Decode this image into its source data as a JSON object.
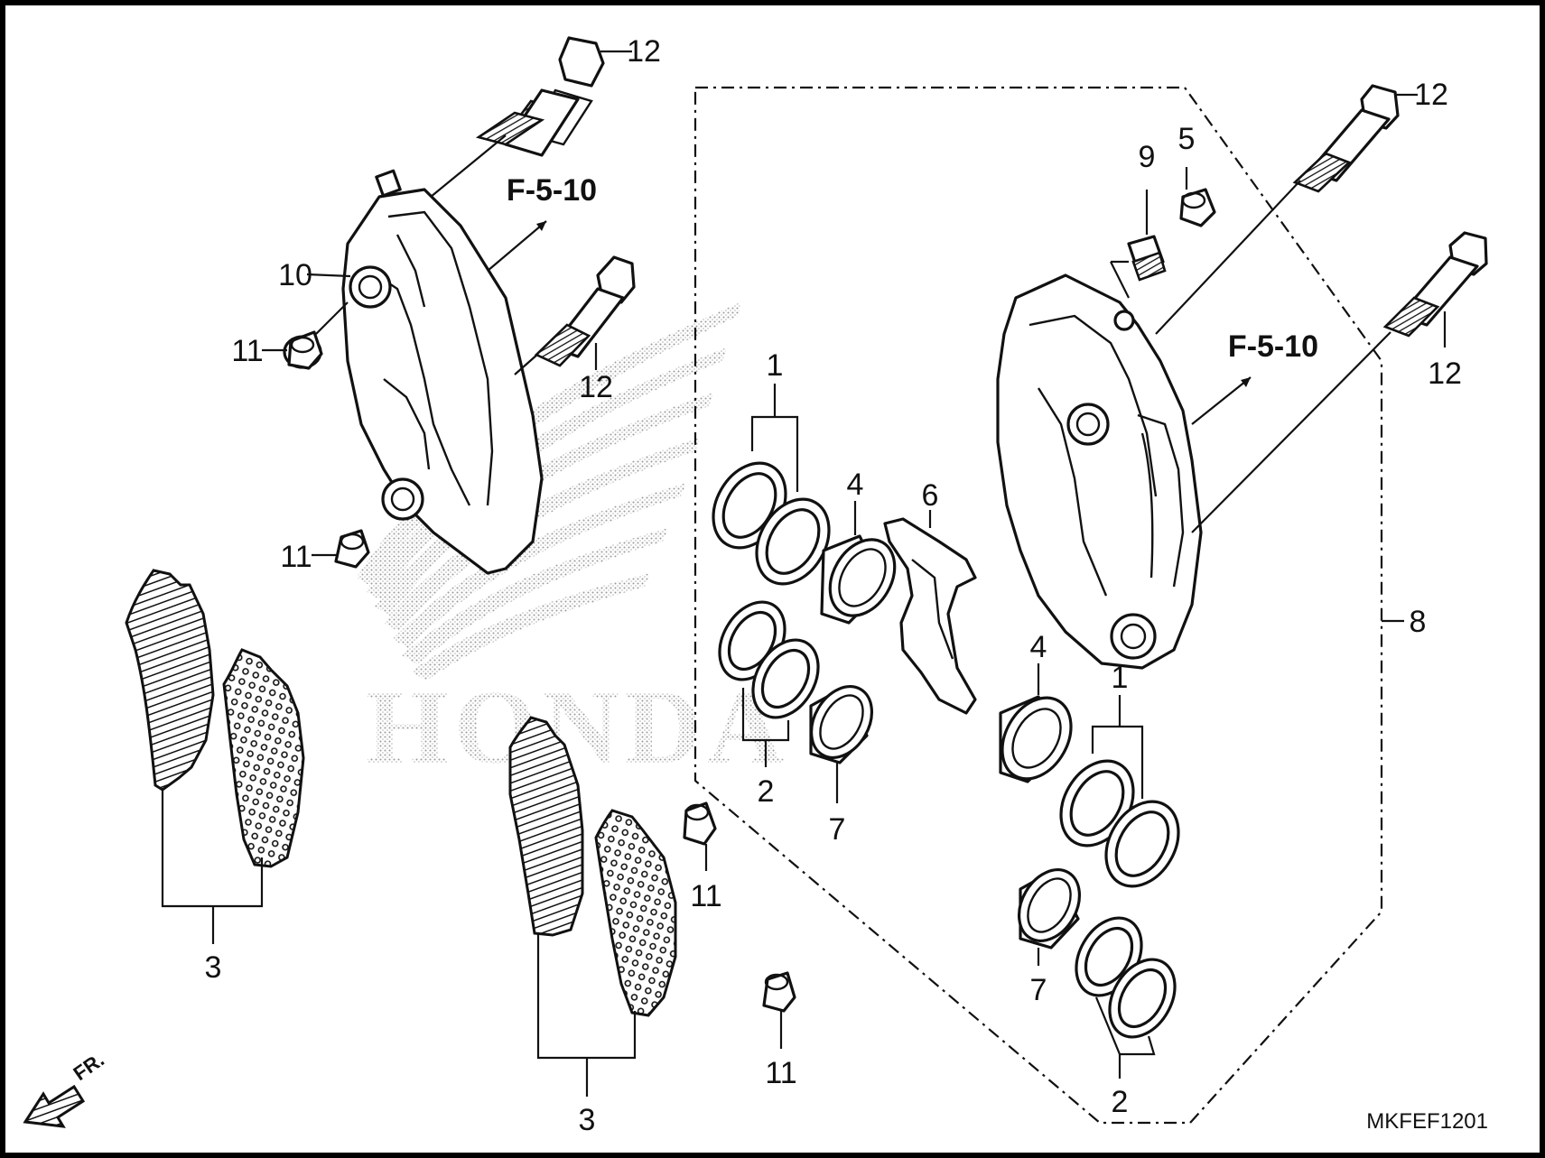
{
  "diagram_code": "MKFEF1201",
  "front_indicator": "FR.",
  "watermark_brand": "HONDA",
  "reference_labels": {
    "left": "F-5-10",
    "right": "F-5-10"
  },
  "callouts": {
    "bolt_left_top": "12",
    "bolt_left_side": "12",
    "caliper_left": "10",
    "bush_left_upper": "11",
    "bush_left_lower": "11",
    "pads_left": "3",
    "pads_middle": "3",
    "bush_mid_upper": "11",
    "bush_mid_lower": "11",
    "seals_top_left": "1",
    "seals_bottom_left": "2",
    "piston_top_left": "4",
    "piston_bottom_left": "7",
    "pad_spring": "6",
    "bleeder_screw": "9",
    "bleeder_cap": "5",
    "bolt_right_top": "12",
    "bolt_right_side": "12",
    "caliper_assembly": "8",
    "piston_top_right": "4",
    "seals_top_right": "1",
    "piston_bottom_right": "7",
    "seals_bottom_right": "2"
  }
}
